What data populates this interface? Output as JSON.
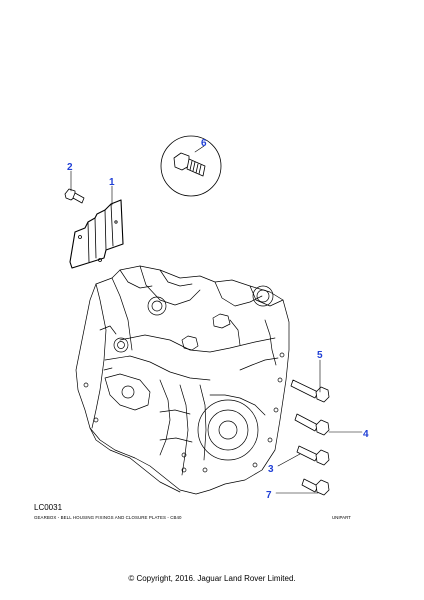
{
  "diagram": {
    "ref_code": "LC0031",
    "caption": "GEARBOX - BELL HOUSING FIXINGS AND CLOSURE PLATES - CB40",
    "brand_tag": "UNIPART",
    "copyright": "© Copyright, 2016. Jaguar Land Rover Limited.",
    "callouts": [
      {
        "id": "1",
        "label": "1"
      },
      {
        "id": "2",
        "label": "2"
      },
      {
        "id": "3",
        "label": "3"
      },
      {
        "id": "4",
        "label": "4"
      },
      {
        "id": "5",
        "label": "5"
      },
      {
        "id": "6",
        "label": "6"
      },
      {
        "id": "7",
        "label": "7"
      }
    ],
    "colors": {
      "callout": "#1f3fd6",
      "line": "#000000"
    },
    "parts": [
      "closure-plate",
      "bolt",
      "flange-bolt",
      "gearbox-housing",
      "detail-circle"
    ]
  }
}
